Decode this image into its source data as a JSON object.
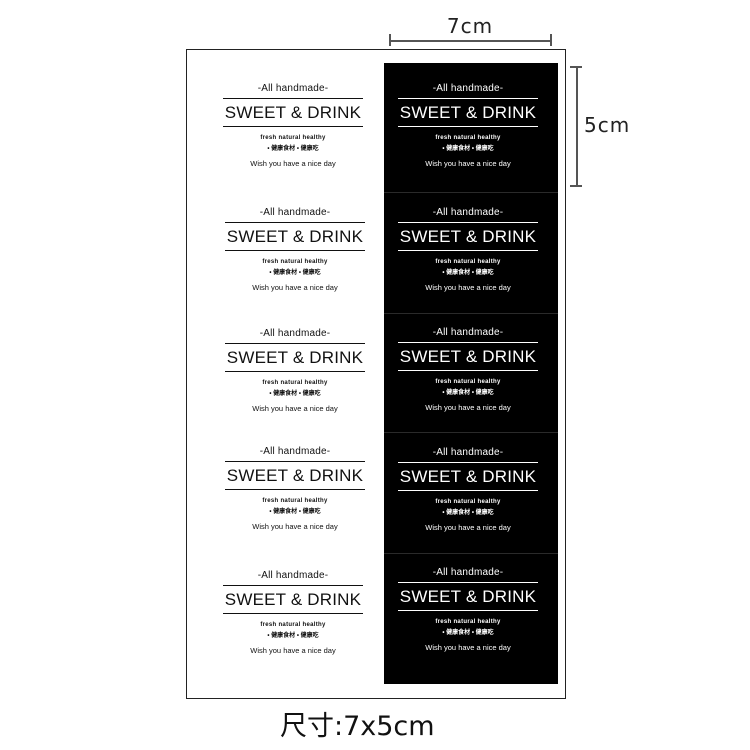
{
  "dimensions": {
    "width_label": "7cm",
    "height_label": "5cm",
    "caption": "尺寸:7x5cm"
  },
  "label": {
    "handmade": "-All handmade-",
    "title": "SWEET & DRINK",
    "tagline": "fresh natural healthy",
    "chinese": "• 健康食材 • 健康吃",
    "wish": "Wish you have a nice day"
  },
  "colors": {
    "dark_background": "#000000",
    "dark_text": "#ffffff",
    "light_text": "#111111",
    "sheet_border": "#222222"
  }
}
